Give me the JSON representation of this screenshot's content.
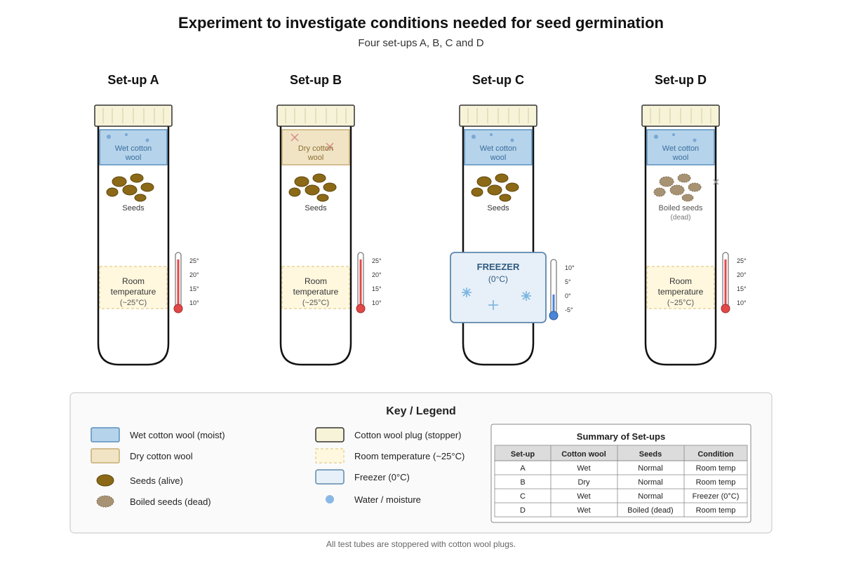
{
  "title": "Experiment to investigate conditions needed for seed germination",
  "subtitle": "Four set-ups A, B, C and D",
  "colors": {
    "wet_fill": "#b5d3ea",
    "wet_stroke": "#5b8fbe",
    "wet_text": "#3c6e9f",
    "dry_fill": "#f0e4c4",
    "dry_stroke": "#c7ad75",
    "dry_text": "#8d6f35",
    "plug_fill": "#f6f3d8",
    "room_fill": "#fff8df",
    "room_stroke": "#e3cc87",
    "freezer_fill": "#e7f0f8",
    "freezer_stroke": "#5d87ad",
    "freezer_text": "#2f5a80",
    "seed_fill": "#8b6917",
    "seed_stroke": "#5e460c",
    "boiled_fill": "#a79273",
    "boiled_stroke": "#7d6b52",
    "water": "#8ab8e6",
    "mercury_hot": "#e34848",
    "mercury_cold": "#4a85d6"
  },
  "setups": [
    {
      "label": "Set-up A",
      "wool_line1": "Wet cotton",
      "wool_line2": "wool",
      "seeds_label": "Seeds",
      "seeds_note": "",
      "env_line1": "Room",
      "env_line2": "temperature",
      "env_line3": "(~25°C)",
      "thermo_ticks": [
        "25°",
        "20°",
        "15°",
        "10°"
      ]
    },
    {
      "label": "Set-up B",
      "wool_line1": "Dry cotton",
      "wool_line2": "wool",
      "seeds_label": "Seeds",
      "seeds_note": "",
      "env_line1": "Room",
      "env_line2": "temperature",
      "env_line3": "(~25°C)",
      "thermo_ticks": [
        "25°",
        "20°",
        "15°",
        "10°"
      ]
    },
    {
      "label": "Set-up C",
      "wool_line1": "Wet cotton",
      "wool_line2": "wool",
      "seeds_label": "Seeds",
      "seeds_note": "",
      "env_line1": "FREEZER",
      "env_line2": "(0°C)",
      "env_line3": "",
      "thermo_ticks": [
        "10°",
        "5°",
        "0°",
        "-5°"
      ]
    },
    {
      "label": "Set-up D",
      "wool_line1": "Wet cotton",
      "wool_line2": "wool",
      "seeds_label": "Boiled seeds",
      "seeds_note": "(dead)",
      "env_line1": "Room",
      "env_line2": "temperature",
      "env_line3": "(~25°C)",
      "thermo_ticks": [
        "25°",
        "20°",
        "15°",
        "10°"
      ]
    }
  ],
  "legend": {
    "title": "Key / Legend",
    "items": [
      "Wet cotton wool (moist)",
      "Dry cotton wool",
      "Seeds (alive)",
      "Boiled seeds (dead)",
      "Cotton wool plug (stopper)",
      "Room temperature (~25°C)",
      "Freezer (0°C)",
      "Water / moisture"
    ]
  },
  "summary": {
    "title": "Summary of Set-ups",
    "headers": [
      "Set-up",
      "Cotton wool",
      "Seeds",
      "Condition"
    ],
    "rows": [
      [
        "A",
        "Wet",
        "Normal",
        "Room temp"
      ],
      [
        "B",
        "Dry",
        "Normal",
        "Room temp"
      ],
      [
        "C",
        "Wet",
        "Normal",
        "Freezer (0°C)"
      ],
      [
        "D",
        "Wet",
        "Boiled (dead)",
        "Room temp"
      ]
    ]
  },
  "footnote": "All test tubes are stoppered with cotton wool plugs."
}
